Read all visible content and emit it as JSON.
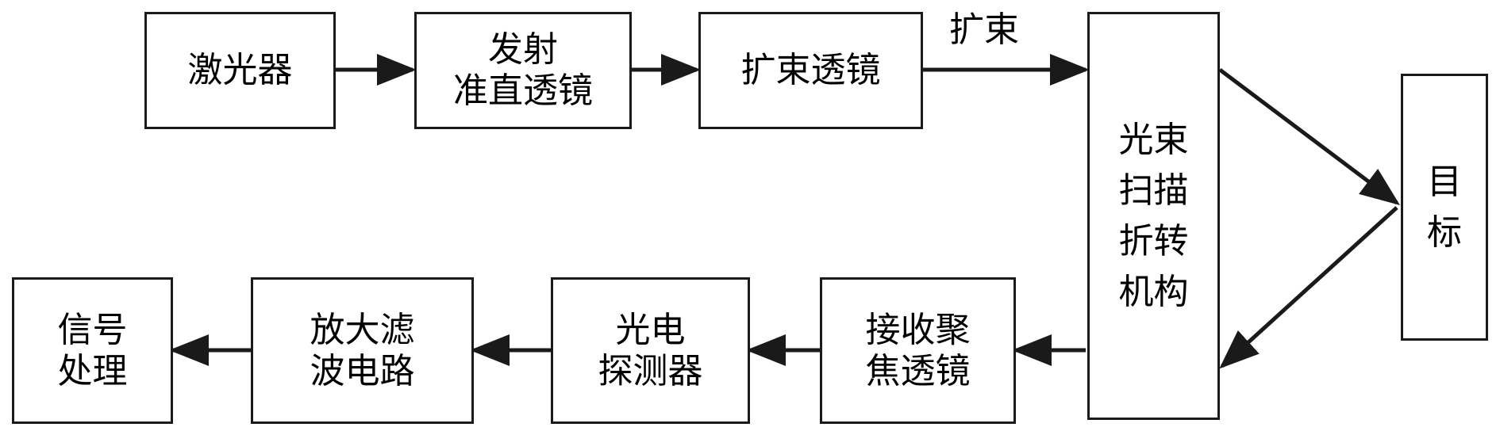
{
  "colors": {
    "line": "#1a1a1a",
    "background": "#ffffff",
    "text": "#000000"
  },
  "labels": {
    "expand_beam": "扩束"
  },
  "boxes": {
    "laser": [
      "激光器"
    ],
    "emit_collimating_lens": [
      "发射",
      "准直透镜"
    ],
    "beam_expanding_lens": [
      "扩束透镜"
    ],
    "beam_scanning_mechanism": [
      "光束",
      "扫描",
      "折转",
      "机构"
    ],
    "target": [
      "目",
      "标"
    ],
    "receive_focusing_lens": [
      "接收聚",
      "焦透镜"
    ],
    "photodetector": [
      "光电",
      "探测器"
    ],
    "amp_filter_circuit": [
      "放大滤",
      "波电路"
    ],
    "signal_processing": [
      "信号",
      "处理"
    ]
  }
}
